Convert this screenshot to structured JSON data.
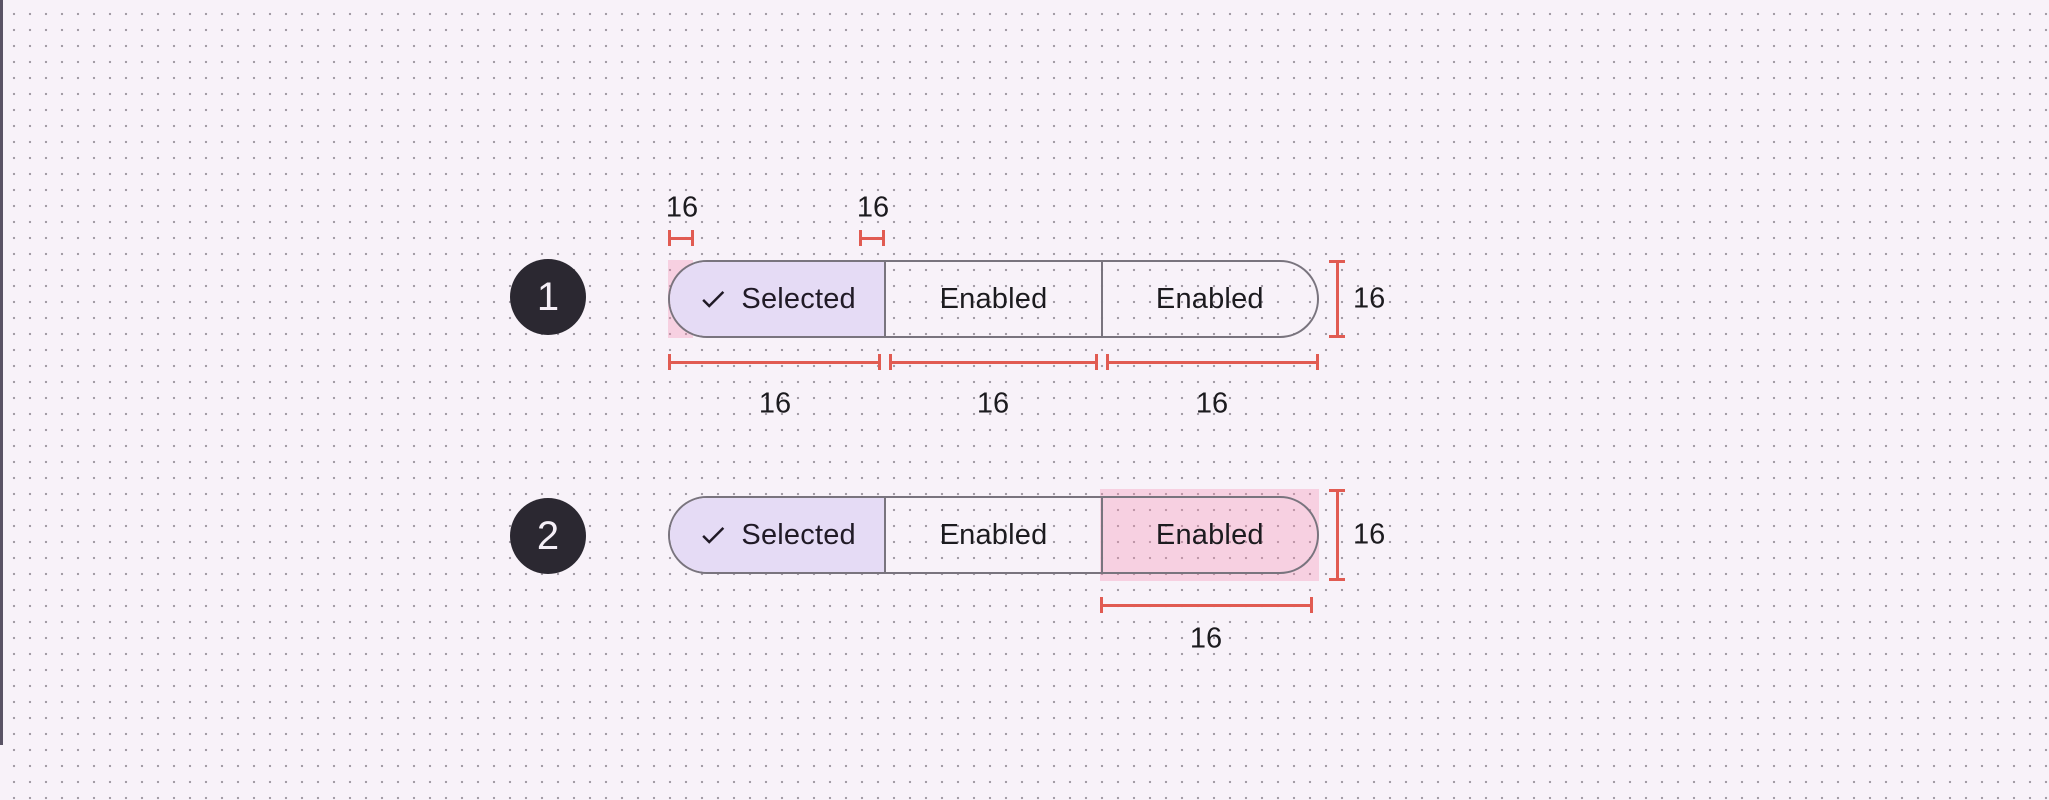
{
  "figure": {
    "examples": [
      {
        "number": "1",
        "button": {
          "segments": [
            {
              "label": "Selected",
              "state": "selected",
              "icon": "check-icon"
            },
            {
              "label": "Enabled",
              "state": "enabled"
            },
            {
              "label": "Enabled",
              "state": "enabled"
            }
          ]
        },
        "measurements": {
          "top_left_padding": "16",
          "top_right_padding": "16",
          "bottom_segment_1": "16",
          "bottom_segment_2": "16",
          "bottom_segment_3": "16",
          "height": "16"
        }
      },
      {
        "number": "2",
        "button": {
          "segments": [
            {
              "label": "Selected",
              "state": "selected",
              "icon": "check-icon"
            },
            {
              "label": "Enabled",
              "state": "enabled"
            },
            {
              "label": "Enabled",
              "state": "enabled",
              "highlighted": true
            }
          ]
        },
        "measurements": {
          "bottom_segment_3": "16",
          "height": "16"
        }
      }
    ]
  },
  "colors": {
    "background": "#f8f2f9",
    "measurement_red": "#e15b52",
    "selected_segment_fill": "#e5dbf5",
    "highlight_pink": "#f9d3e3",
    "outline_gray": "#79747e",
    "badge_dark": "#2b2831",
    "text_dark": "#1c1b1f"
  }
}
